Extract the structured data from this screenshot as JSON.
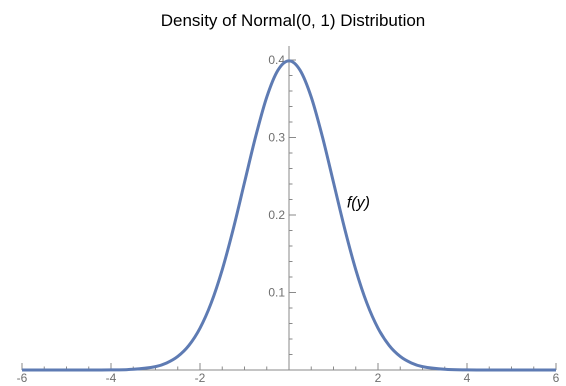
{
  "chart_data": {
    "type": "line",
    "title": "Density of Normal(0, 1) Distribution",
    "xlabel": "",
    "ylabel": "",
    "xlim": [
      -6,
      6
    ],
    "ylim": [
      0,
      0.4
    ],
    "grid": false,
    "x_major_ticks": [
      -6,
      -4,
      -2,
      0,
      2,
      4,
      6
    ],
    "x_tick_labels": [
      "-6",
      "-4",
      "-2",
      "",
      "2",
      "4",
      "6"
    ],
    "y_major_ticks": [
      0.1,
      0.2,
      0.3,
      0.4
    ],
    "y_tick_labels": [
      "0.1",
      "0.2",
      "0.3",
      "0.4"
    ],
    "annotation": {
      "text": "f(y)",
      "x": 1.3,
      "y": 0.21
    },
    "series": [
      {
        "color": "#5e7bb3",
        "x": [
          -6,
          -5.5,
          -5,
          -4.5,
          -4,
          -3.5,
          -3,
          -2.75,
          -2.5,
          -2.25,
          -2,
          -1.75,
          -1.5,
          -1.25,
          -1,
          -0.75,
          -0.5,
          -0.25,
          0,
          0.25,
          0.5,
          0.75,
          1,
          1.25,
          1.5,
          1.75,
          2,
          2.25,
          2.5,
          2.75,
          3,
          3.5,
          4,
          4.5,
          5,
          5.5,
          6
        ],
        "values": [
          0.0,
          0.0,
          0.0,
          0.0,
          0.0001,
          0.0009,
          0.0044,
          0.0091,
          0.0175,
          0.0317,
          0.054,
          0.0863,
          0.1295,
          0.1826,
          0.242,
          0.3011,
          0.3521,
          0.3867,
          0.3989,
          0.3867,
          0.3521,
          0.3011,
          0.242,
          0.1826,
          0.1295,
          0.0863,
          0.054,
          0.0317,
          0.0175,
          0.0091,
          0.0044,
          0.0009,
          0.0001,
          0.0,
          0.0,
          0.0,
          0.0
        ]
      }
    ]
  }
}
